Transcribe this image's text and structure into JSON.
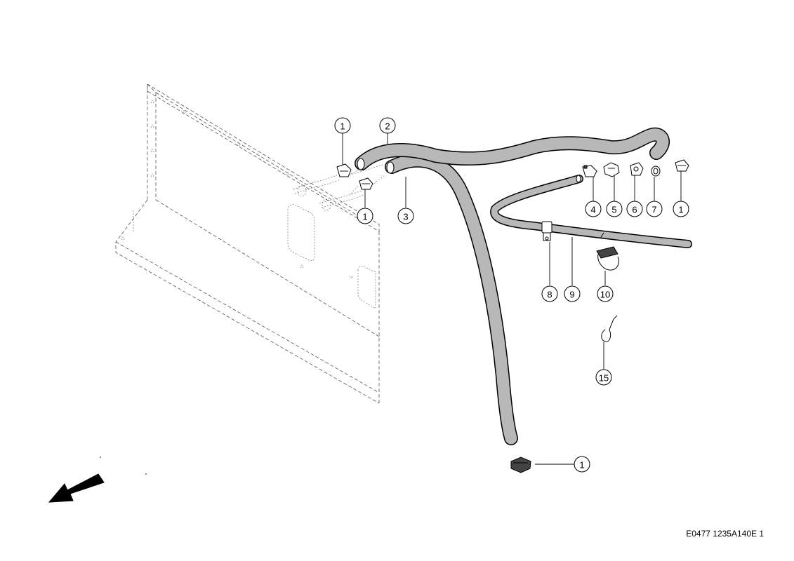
{
  "drawing_reference": "E0477 1235A140E 1",
  "callouts": {
    "c1_top_left": "1",
    "c2": "2",
    "c1_lower_left": "1",
    "c3": "3",
    "c4": "4",
    "c5": "5",
    "c6": "6",
    "c7": "7",
    "c1_right": "1",
    "c8": "8",
    "c9": "9",
    "c10": "10",
    "c15": "15",
    "c1_bottom": "1"
  },
  "colors": {
    "line": "#000000",
    "hose_fill": "#b8b8b8",
    "ghost_frame": "#555555"
  },
  "icons": {
    "direction_arrow": "forward-direction-arrow-icon"
  }
}
